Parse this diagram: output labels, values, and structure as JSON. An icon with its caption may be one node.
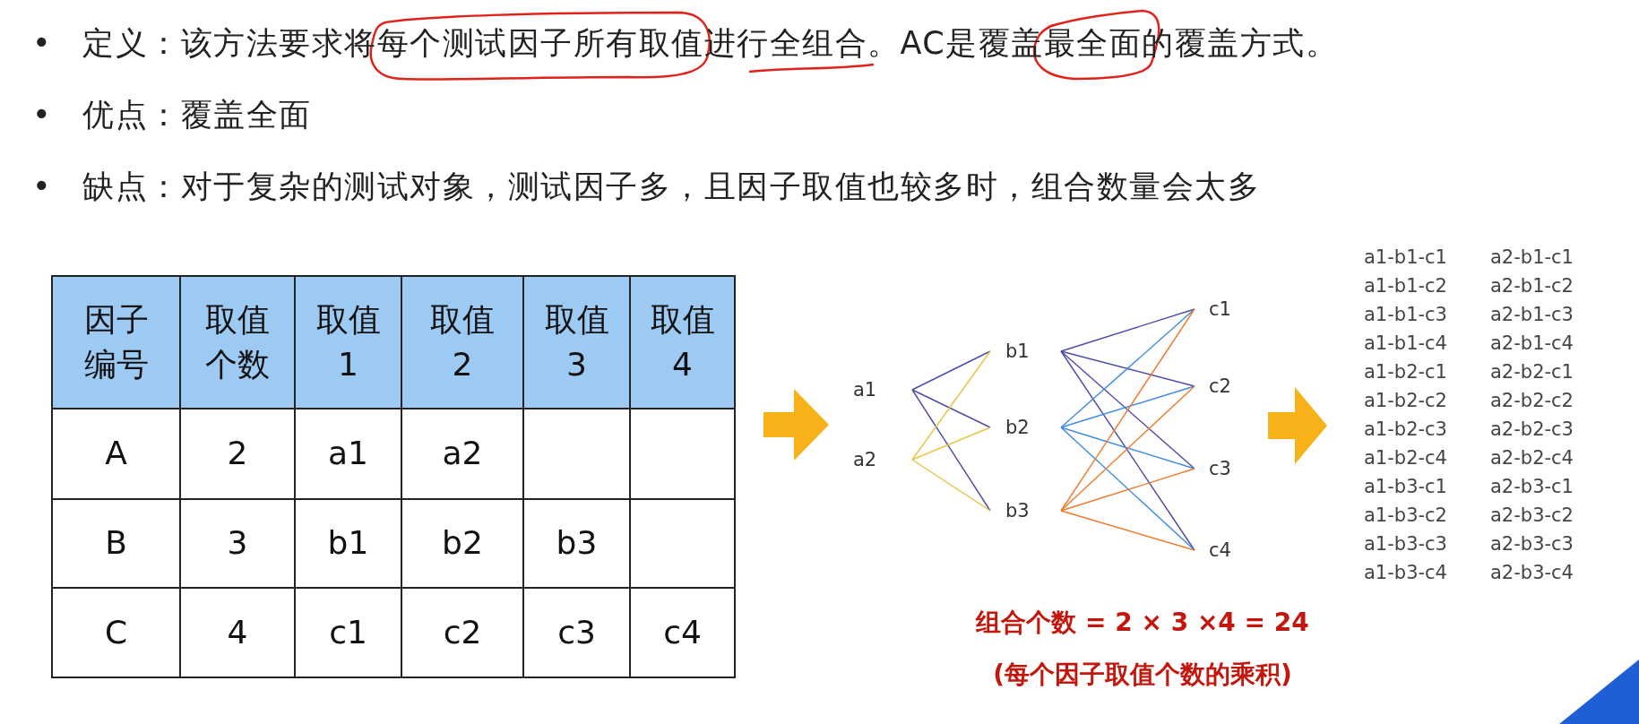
{
  "diagram": {
    "nodes": [
      {
        "text": [
          "a1"
        ]
      },
      {
        "text": [
          "a2"
        ]
      },
      {
        "text": [
          "b1"
        ]
      },
      {
        "text": [
          "b2"
        ]
      },
      {
        "text": [
          "b3"
        ]
      },
      {
        "text": [
          "c1"
        ]
      },
      {
        "text": [
          "c2"
        ]
      },
      {
        "text": [
          "c3"
        ]
      },
      {
        "text": [
          "c4"
        ]
      }
    ],
    "edges": [
      {
        "from": 0,
        "to": 2,
        "arrow": "none"
      },
      {
        "from": 0,
        "to": 3,
        "arrow": "none"
      },
      {
        "from": 0,
        "to": 4,
        "arrow": "none"
      },
      {
        "from": 1,
        "to": 2,
        "arrow": "none",
        "color": "#e8c23a"
      },
      {
        "from": 1,
        "to": 3,
        "arrow": "none",
        "color": "#e8c23a"
      },
      {
        "from": 1,
        "to": 4,
        "arrow": "none",
        "color": "#e8c23a"
      },
      {
        "from": 2,
        "to": 5,
        "arrow": "none"
      },
      {
        "from": 2,
        "to": 6,
        "arrow": "none"
      },
      {
        "from": 2,
        "to": 7,
        "arrow": "none"
      },
      {
        "from": 2,
        "to": 8,
        "arrow": "none"
      },
      {
        "from": 3,
        "to": 5,
        "arrow": "none",
        "color": "#3d8be0"
      },
      {
        "from": 3,
        "to": 6,
        "arrow": "none",
        "color": "#3d8be0"
      },
      {
        "from": 3,
        "to": 7,
        "arrow": "none",
        "color": "#3d8be0"
      },
      {
        "from": 3,
        "to": 8,
        "arrow": "none",
        "color": "#3d8be0"
      },
      {
        "from": 4,
        "to": 5,
        "arrow": "none",
        "color": "#f07a2a"
      },
      {
        "from": 4,
        "to": 6,
        "arrow": "none",
        "color": "#f07a2a"
      },
      {
        "from": 4,
        "to": 7,
        "arrow": "none",
        "color": "#f07a2a"
      },
      {
        "from": 4,
        "to": 8,
        "arrow": "none",
        "color": "#f07a2a"
      }
    ],
    "labels": [
      "•",
      "定义：该方法要求将每个测试因子所有取值进行全组合。AC是覆盖最全面的覆盖方式。",
      "•",
      "优点：覆盖全面",
      "•",
      "缺点：对于复杂的测试对象，测试因子多，且因子取值也较多时，组合数量会太多",
      "因子编号",
      "取值个数",
      "取值1",
      "取值2",
      "取值3",
      "取值4",
      "A",
      "2",
      "a1",
      "a2",
      "B",
      "3",
      "b1",
      "b2",
      "b3",
      "C",
      "4",
      "c1",
      "c2",
      "c3",
      "c4",
      "a1-b1-c1",
      "a2-b1-c1",
      "a1-b1-c2",
      "a2-b1-c2",
      "a1-b1-c3",
      "a2-b1-c3",
      "a1-b1-c4",
      "a2-b1-c4",
      "a1-b2-c1",
      "a2-b2-c1",
      "a1-b2-c2",
      "a2-b2-c2",
      "a1-b2-c3",
      "a2-b2-c3",
      "a1-b2-c4",
      "a2-b2-c4",
      "a1-b3-c1",
      "a2-b3-c1",
      "a1-b3-c2",
      "a2-b3-c2",
      "a1-b3-c3",
      "a2-b3-c3",
      "a1-b3-c4",
      "a2-b3-c4",
      "组合个数 = 2 × 3 ×4 = 24",
      "(每个因子取值个数的乘积)"
    ]
  }
}
